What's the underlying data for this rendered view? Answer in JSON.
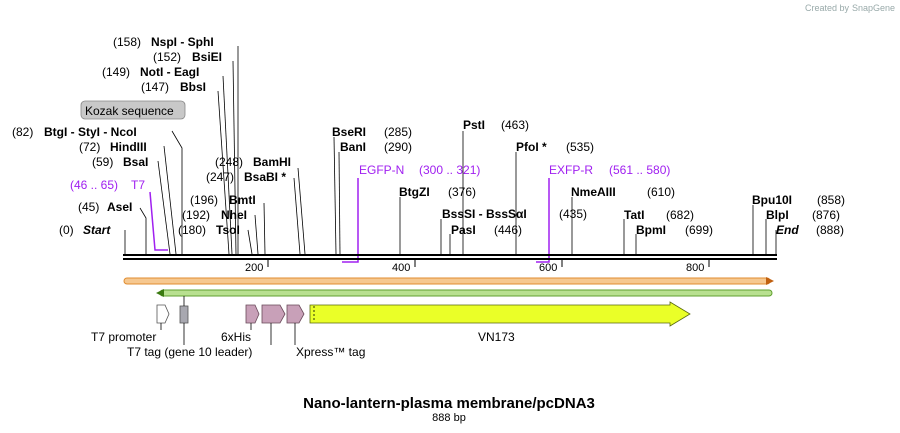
{
  "branding": {
    "prefix": "Created by",
    "name": "SnapGene"
  },
  "map": {
    "title": "Nano-lantern-plasma membrane/pcDNA3",
    "length_label": "888 bp",
    "ends": {
      "start": "Start",
      "start_pos": "(0)",
      "end": "End",
      "end_pos": "(888)"
    },
    "ticks": [
      "200",
      "400",
      "600",
      "800"
    ]
  },
  "sites": [
    {
      "label": "NspI  -  SphI",
      "pos": "(158)"
    },
    {
      "label": "BsiEI",
      "pos": "(152)"
    },
    {
      "label": "NotI  -  EagI",
      "pos": "(149)"
    },
    {
      "label": "BbsI",
      "pos": "(147)"
    },
    {
      "label": "BtgI  -  StyI  -  NcoI",
      "pos": "(82)"
    },
    {
      "label": "HindIII",
      "pos": "(72)"
    },
    {
      "label": "BsaI",
      "pos": "(59)"
    },
    {
      "label": "AseI",
      "pos": "(45)"
    },
    {
      "label": "BamHI",
      "pos": "(248)"
    },
    {
      "label": "BsaBI *",
      "pos": "(247)"
    },
    {
      "label": "BmtI",
      "pos": "(196)"
    },
    {
      "label": "NheI",
      "pos": "(192)"
    },
    {
      "label": "TsoI",
      "pos": "(180)"
    },
    {
      "label": "BseRI",
      "pos": "(285)"
    },
    {
      "label": "BanI",
      "pos": "(290)"
    },
    {
      "label": "PstI",
      "pos": "(463)"
    },
    {
      "label": "PfoI *",
      "pos": "(535)"
    },
    {
      "label": "BtgZI",
      "pos": "(376)"
    },
    {
      "label": "BssSI  -  BssSαI",
      "pos": "(435)"
    },
    {
      "label": "PasI",
      "pos": "(446)"
    },
    {
      "label": "NmeAIII",
      "pos": "(610)"
    },
    {
      "label": "TatI",
      "pos": "(682)"
    },
    {
      "label": "BpmI",
      "pos": "(699)"
    },
    {
      "label": "Bpu10I",
      "pos": "(858)"
    },
    {
      "label": "BlpI",
      "pos": "(876)"
    }
  ],
  "primers": [
    {
      "label": "T7",
      "range": "(46 .. 65)"
    },
    {
      "label": "EGFP-N",
      "range": "(300 .. 321)"
    },
    {
      "label": "EXFP-R",
      "range": "(561 .. 580)"
    }
  ],
  "annotations": {
    "kozak": "Kozak sequence"
  },
  "features": [
    {
      "label": "T7 promoter"
    },
    {
      "label": "T7 tag (gene 10 leader)"
    },
    {
      "label": "6xHis"
    },
    {
      "label": "Xpress™ tag"
    },
    {
      "label": "VN173"
    }
  ],
  "colors": {
    "primer": "#a020f0",
    "orf_orange": "#f0a040",
    "orf_green": "#80c040",
    "vn173": "#eaff28",
    "his": "#c8a0b8",
    "kozak_bg": "#c8c8c8"
  }
}
